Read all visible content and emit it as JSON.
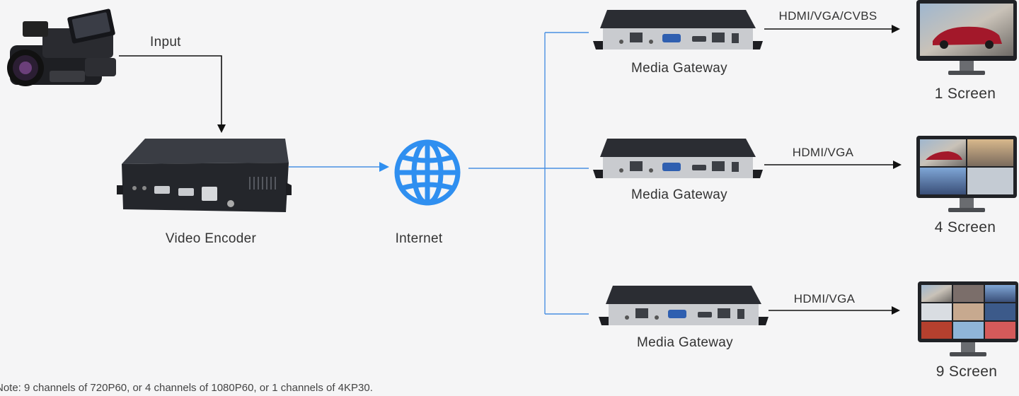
{
  "labels": {
    "input": "Input",
    "encoder": "Video Encoder",
    "internet": "Internet",
    "gateway_1": "Media Gateway",
    "gateway_2": "Media Gateway",
    "gateway_3": "Media Gateway",
    "signal_1": "HDMI/VGA/CVBS",
    "signal_2": "HDMI/VGA",
    "signal_3": "HDMI/VGA",
    "screen_1": "1 Screen",
    "screen_2": "4 Screen",
    "screen_3": "9 Screen"
  },
  "note": "Note: 9 channels of 720P60, or 4 channels of 1080P60, or 1 channels of 4KP30.",
  "colors": {
    "background": "#f5f5f6",
    "link_line": "#4a90e2",
    "globe": "#2f8ff0",
    "device_body": "#2b2d33",
    "device_panel": "#c9cbcf",
    "arrow": "#111111"
  },
  "icons": {
    "camera": "video-camera-icon",
    "encoder": "video-encoder-device-icon",
    "internet": "globe-icon",
    "gateway": "media-gateway-device-icon",
    "screen": "monitor-icon"
  },
  "screens": {
    "screen_1_tiles": 1,
    "screen_2_tiles": 4,
    "screen_3_tiles": 9
  }
}
